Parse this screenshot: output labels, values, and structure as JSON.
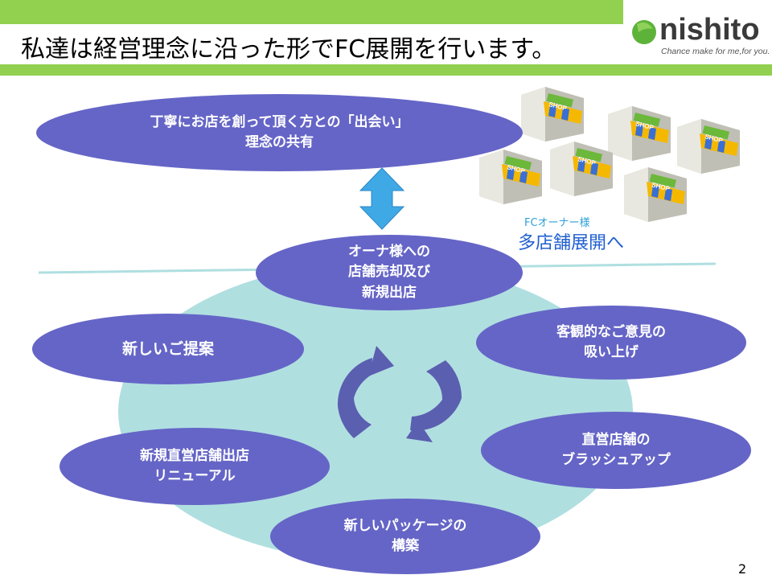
{
  "title": "私達は経営理念に沿った形でFC展開を行います。",
  "logo": {
    "name": "nishito",
    "tagline": "Chance make for me,for you."
  },
  "top_ellipse": {
    "line1": "丁寧にお店を創って頂く方との「出会い」",
    "line2": "理念の共有"
  },
  "cycle": {
    "top": {
      "line1": "オーナ様への",
      "line2": "店舗売却及び",
      "line3": "新規出店"
    },
    "right_upper": {
      "line1": "客観的なご意見の",
      "line2": "吸い上げ"
    },
    "right_lower": {
      "line1": "直営店舗の",
      "line2": "ブラッシュアップ"
    },
    "bottom": {
      "line1": "新しいパッケージの",
      "line2": "構築"
    },
    "left_lower": {
      "line1": "新規直営店舗出店",
      "line2": "リニューアル"
    },
    "left_upper": {
      "line1": "新しいご提案"
    }
  },
  "shops": {
    "sign": "SHOP",
    "owner_label": "FCオーナー様",
    "owner_main": "多店舗展開へ"
  },
  "colors": {
    "green": "#92d050",
    "ellipse": "#6565c7",
    "circle": "#b0dfe0",
    "arrow_up_down": "#3fa9e6",
    "cycle_arrow": "#5b5fb0"
  },
  "page_number": "2"
}
